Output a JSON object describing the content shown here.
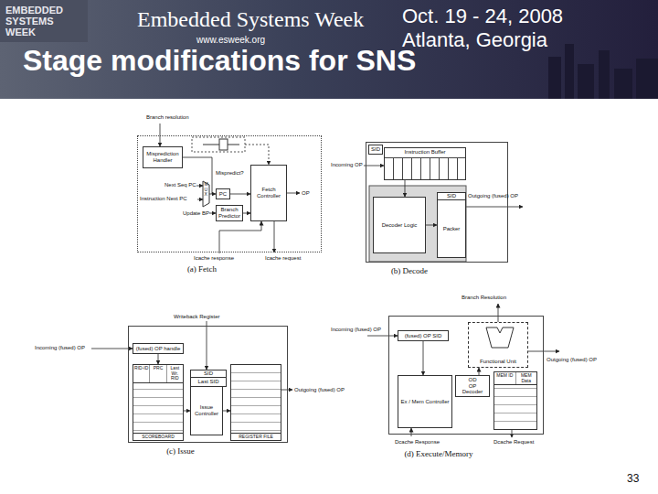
{
  "diagram": {
    "title": "Stage modifications for SNS",
    "nodes": [
      {
        "text": [
          "(a) Fetch"
        ]
      },
      {
        "text": [
          "Misprediction Handler"
        ],
        "in": 0
      },
      {
        "text": [
          "PC"
        ],
        "in": 0
      },
      {
        "text": [
          "Fetch Controller"
        ],
        "in": 0
      },
      {
        "text": [
          "Branch Predictor"
        ],
        "in": 0
      },
      {
        "text": [
          "(b) Decode"
        ]
      },
      {
        "text": [
          "SID"
        ],
        "in": 5
      },
      {
        "text": [
          "Instruction Buffer"
        ],
        "in": 5
      },
      {
        "text": [
          "Decoder Logic"
        ],
        "in": 5
      },
      {
        "text": [
          "SID",
          "Packer"
        ],
        "in": 5
      },
      {
        "text": [
          "(c) Issue"
        ]
      },
      {
        "text": [
          "(fused) OP handle"
        ],
        "in": 10
      },
      {
        "text": [
          "RID-ID",
          "PRC",
          "Last Wr. RID",
          "SCOREBOARD"
        ],
        "in": 10
      },
      {
        "text": [
          "SID",
          "Last SID"
        ],
        "in": 10
      },
      {
        "text": [
          "Issue Controller"
        ],
        "in": 10
      },
      {
        "text": [
          "REGISTER FILE"
        ],
        "in": 10
      },
      {
        "text": [
          "(d) Execute/Memory"
        ]
      },
      {
        "text": [
          "(fused) OP SID"
        ],
        "in": 16
      },
      {
        "text": [
          "Functional Unit"
        ],
        "in": 16
      },
      {
        "text": [
          "OD",
          "OP Decoder"
        ],
        "in": 16
      },
      {
        "text": [
          "Ex / Mem Controller"
        ],
        "in": 16
      },
      {
        "text": [
          "MEM ID",
          "MEM Data"
        ],
        "in": 16
      }
    ],
    "edges": [
      {
        "from": 1,
        "to": 2,
        "arrow": "to"
      },
      {
        "from": 2,
        "to": 3,
        "arrow": "to"
      },
      {
        "from": 4,
        "to": 3,
        "arrow": "to"
      },
      {
        "from": 7,
        "to": 8,
        "arrow": "to"
      },
      {
        "from": 8,
        "to": 9,
        "arrow": "to"
      },
      {
        "from": 11,
        "to": 12,
        "arrow": "to"
      },
      {
        "from": 12,
        "to": 14,
        "arrow": "to"
      },
      {
        "from": 14,
        "to": 15,
        "arrow": "to"
      },
      {
        "from": 17,
        "to": 20,
        "arrow": "to"
      },
      {
        "from": 19,
        "to": 18,
        "arrow": "to"
      }
    ],
    "labels": [
      "EMBEDDED",
      "SYSTEMS",
      "WEEK",
      "Embedded Systems Week",
      "www.esweek.org",
      "Oct. 19 - 24, 2008",
      "Atlanta, Georgia",
      "33",
      "Branch resolution",
      "Mispredict?",
      "Next Seq PC",
      "Instruction Next PC",
      "Update BP",
      "OP",
      "Icache response",
      "Icache request",
      "MUX",
      "Incoming OP",
      "Outgoing (fused) OP",
      "Writeback Register",
      "Incoming (fused) OP",
      "Outgoing (fused) OP",
      "Branch Resolution",
      "Incoming (fused) OP",
      "Outgoing (fused) OP",
      "Dcache Response",
      "Dcache Request"
    ]
  }
}
